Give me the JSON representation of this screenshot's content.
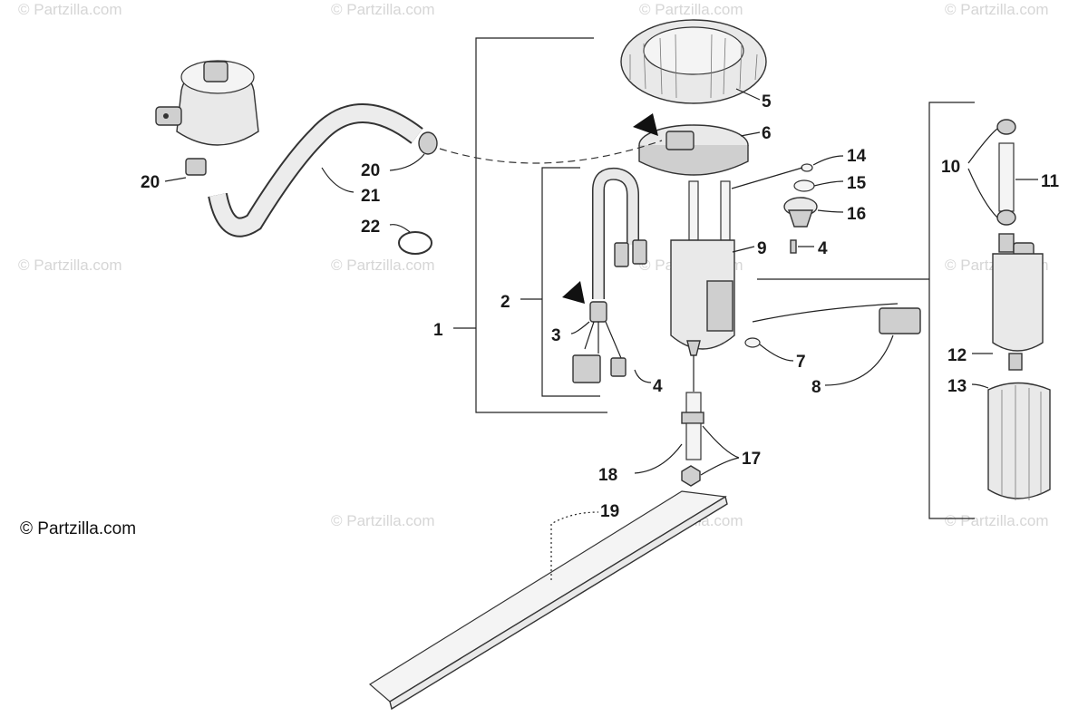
{
  "watermark": "© Partzilla.com",
  "credit": "© Partzilla.com",
  "labels": [
    {
      "id": "1",
      "text": "1"
    },
    {
      "id": "2",
      "text": "2"
    },
    {
      "id": "3",
      "text": "3"
    },
    {
      "id": "4a",
      "text": "4"
    },
    {
      "id": "4b",
      "text": "4"
    },
    {
      "id": "5",
      "text": "5"
    },
    {
      "id": "6",
      "text": "6"
    },
    {
      "id": "7",
      "text": "7"
    },
    {
      "id": "8",
      "text": "8"
    },
    {
      "id": "9",
      "text": "9"
    },
    {
      "id": "10",
      "text": "10"
    },
    {
      "id": "11",
      "text": "11"
    },
    {
      "id": "12",
      "text": "12"
    },
    {
      "id": "13",
      "text": "13"
    },
    {
      "id": "14",
      "text": "14"
    },
    {
      "id": "15",
      "text": "15"
    },
    {
      "id": "16",
      "text": "16"
    },
    {
      "id": "17",
      "text": "17"
    },
    {
      "id": "18",
      "text": "18"
    },
    {
      "id": "19",
      "text": "19"
    },
    {
      "id": "20a",
      "text": "20"
    },
    {
      "id": "20b",
      "text": "20"
    },
    {
      "id": "21",
      "text": "21"
    },
    {
      "id": "22",
      "text": "22"
    }
  ]
}
